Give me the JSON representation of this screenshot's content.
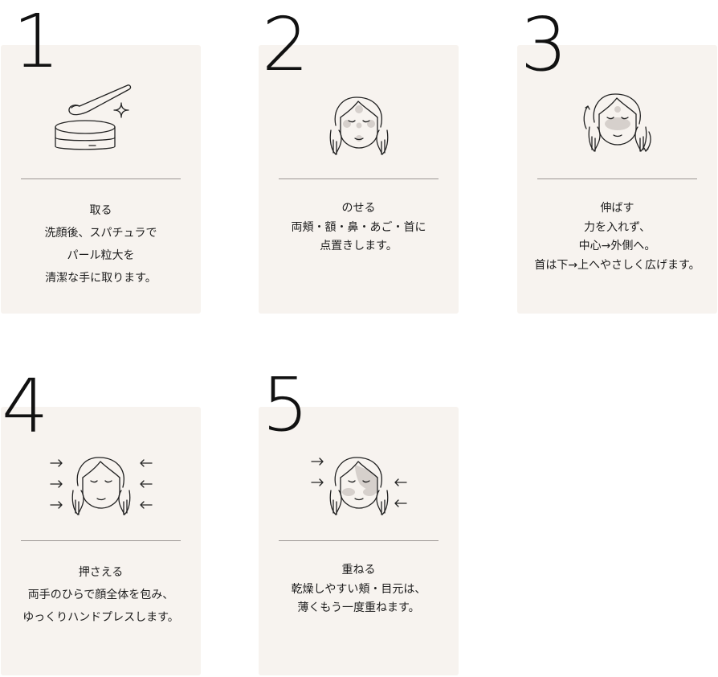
{
  "steps": [
    {
      "number": "1",
      "lines": [
        "取る",
        "洗顔後、スパチュラで",
        "パール粒大を",
        "清潔な手に取ります。"
      ]
    },
    {
      "number": "2",
      "lines": [
        "のせる",
        "両頬・額・鼻・あご・首に",
        "点置きします。"
      ]
    },
    {
      "number": "3",
      "lines": [
        "伸ばす",
        "力を入れず、",
        "中心→外側へ。",
        "首は下→上へやさしく広げます。"
      ]
    },
    {
      "number": "4",
      "lines": [
        "押さえる",
        "両手のひらで顔全体を包み、",
        "ゆっくりハンドプレスします。"
      ]
    },
    {
      "number": "5",
      "lines": [
        "重ねる",
        "乾燥しやすい頬・目元は、",
        "薄くもう一度重ねます。"
      ]
    }
  ],
  "icons": {
    "step1": "cream-jar-spatula-icon",
    "step2": "face-dot-application-icon",
    "step3": "face-spread-icon",
    "step4": "face-hand-press-icon",
    "step5": "face-layer-icon"
  },
  "colors": {
    "card_background": "#f7f3ef",
    "rule": "#9c9693",
    "text": "#1c1c1c",
    "cream_dot": "#d6d0cc"
  }
}
